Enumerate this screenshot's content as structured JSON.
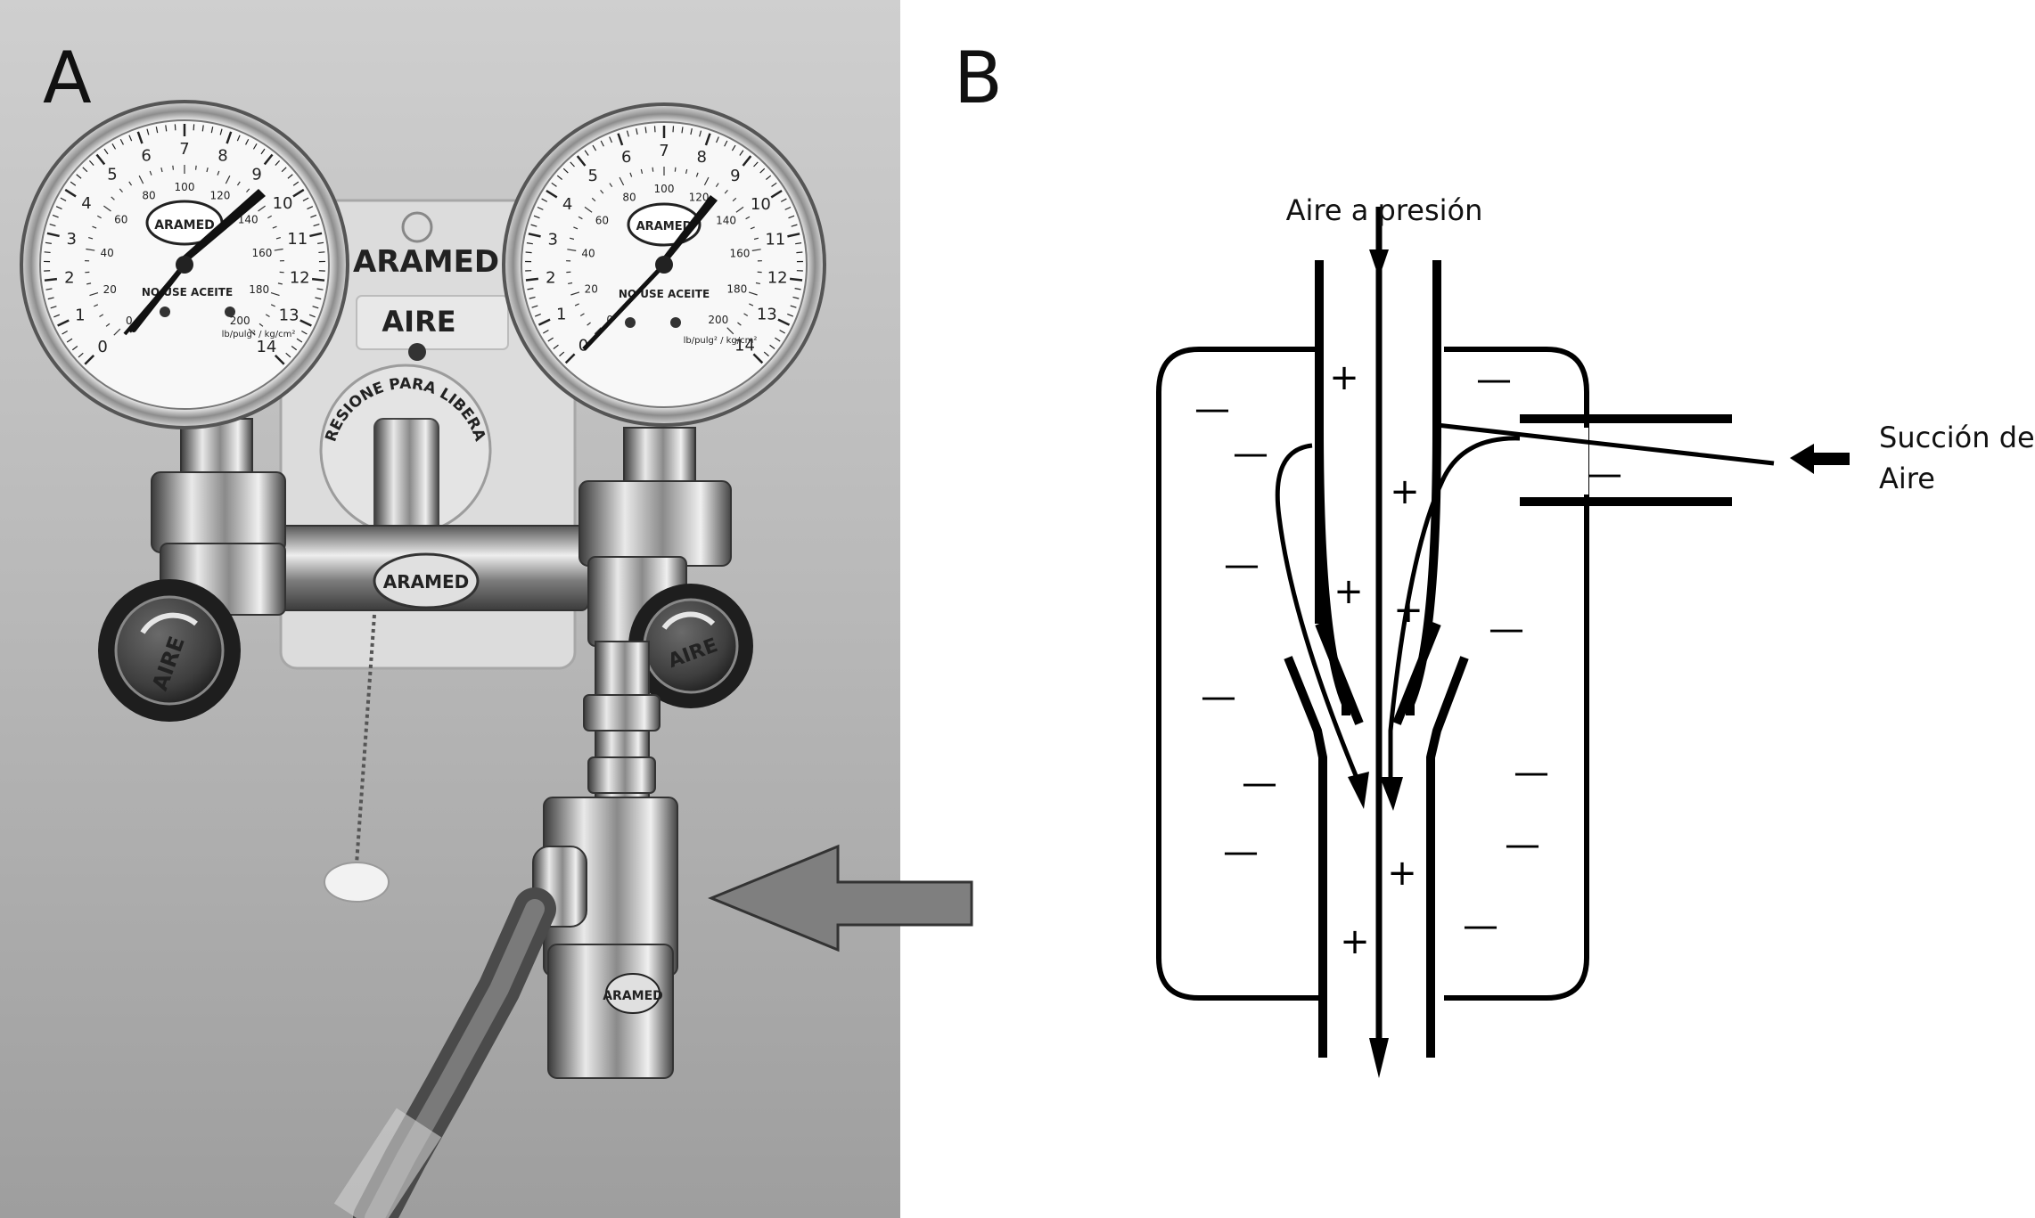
{
  "panels": {
    "a": {
      "letter": "A"
    },
    "b": {
      "letter": "B"
    }
  },
  "photo": {
    "gauge_left": {
      "outer_scale": [
        "0",
        "1",
        "2",
        "3",
        "4",
        "5",
        "6",
        "7",
        "8",
        "9",
        "10",
        "11",
        "12",
        "13",
        "14"
      ],
      "inner_scale": [
        "0",
        "20",
        "40",
        "60",
        "80",
        "100",
        "120",
        "140",
        "160",
        "180",
        "200"
      ],
      "brand": "ARAMED",
      "oil_text": "NO USE ACEITE",
      "units": "lb/pulg² / kg/cm²"
    },
    "gauge_right": {
      "outer_scale": [
        "0",
        "1",
        "2",
        "3",
        "4",
        "5",
        "6",
        "7",
        "8",
        "9",
        "10",
        "11",
        "12",
        "13",
        "14"
      ],
      "inner_scale": [
        "0",
        "20",
        "40",
        "60",
        "80",
        "100",
        "120",
        "140",
        "160",
        "180",
        "200"
      ],
      "brand": "ARAMED",
      "oil_text": "NO USE ACEITE",
      "units": "lb/pulg² / kg/cm²"
    },
    "plate_brand": "ARAMED",
    "plate_gas": "AIRE",
    "release_text": "PRESIONE PARA LIBERAR",
    "valve_left_label": "AIRE",
    "valve_right_label": "AIRE",
    "manifold_brand": "ARAMED",
    "venturi_brand": "ARAMED"
  },
  "diagram": {
    "inlet_label": "Aire a presión",
    "suction_label_line1": "Succión de",
    "suction_label_line2": "Aire",
    "positive_sign": "+",
    "negative_sign": "—"
  },
  "colors": {
    "background": "#ffffff",
    "photo_wall": "#b9b9b9",
    "pointer_arrow": "#7f7f7f",
    "ink": "#000000"
  }
}
